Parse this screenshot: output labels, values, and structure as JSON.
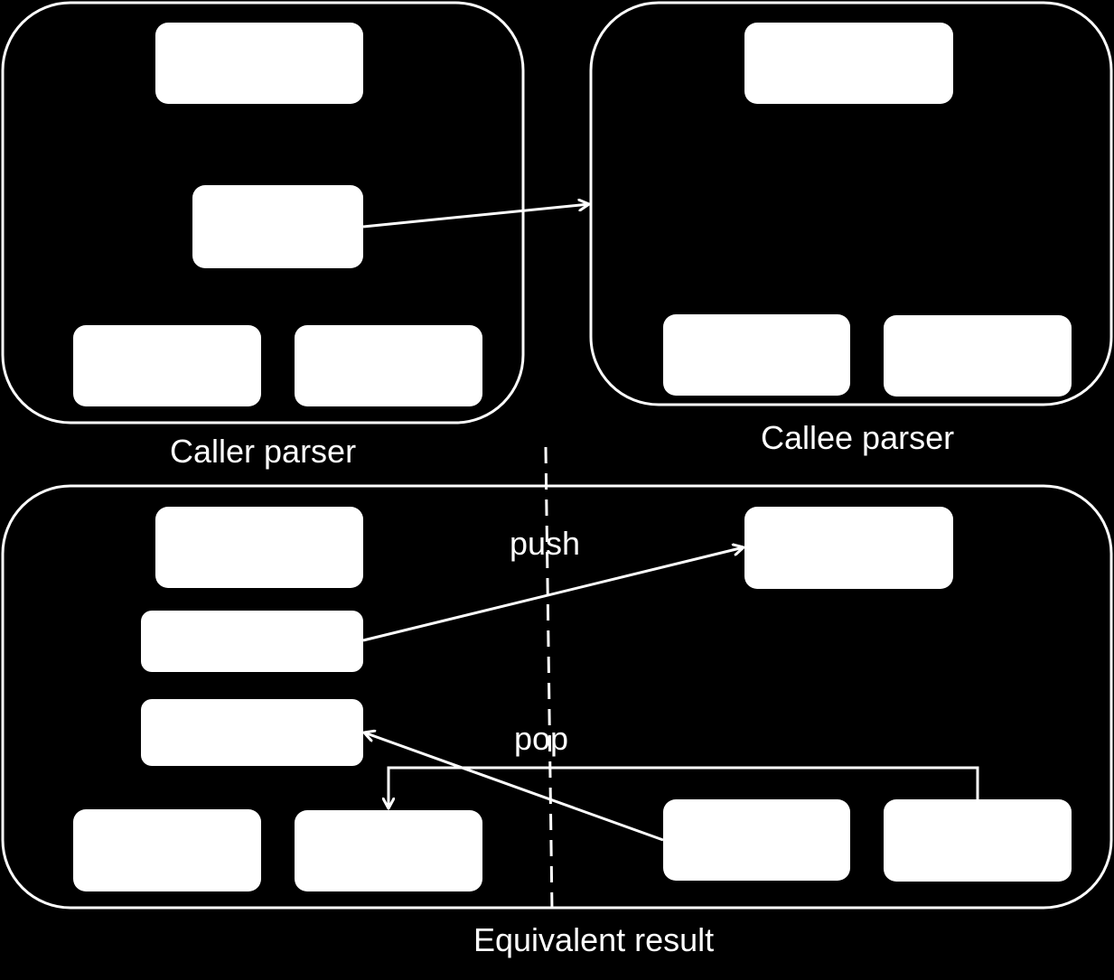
{
  "colors": {
    "background": "#000000",
    "foreground": "#ffffff"
  },
  "panels": {
    "caller": {
      "label": "Caller parser"
    },
    "callee": {
      "label": "Callee parser"
    },
    "result": {
      "label": "Equivalent result"
    }
  },
  "arrows": {
    "push": {
      "label": "push"
    },
    "pop": {
      "label": "pop"
    }
  }
}
